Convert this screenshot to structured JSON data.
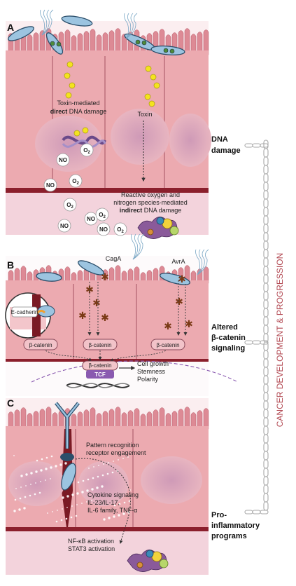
{
  "panels": {
    "a": {
      "letter": "A",
      "direct_line1": "Toxin-mediated",
      "direct_bold": "direct",
      "direct_rest": " DNA damage",
      "toxin": "Toxin",
      "indirect_line1": "Reactive oxygen and",
      "indirect_line2": "nitrogen species-mediated",
      "indirect_bold": "indirect",
      "indirect_rest": " DNA damage",
      "no": "NO",
      "o2": "O",
      "o2_sub": "2"
    },
    "b": {
      "letter": "B",
      "cagA": "CagA",
      "avrA": "AvrA",
      "ecadherin": "E-cadherin",
      "beta_catenin": "β-catenin",
      "tcf": "TCF",
      "outcome_1": "Cell growth",
      "outcome_2": "Stemness",
      "outcome_3": "Polarity"
    },
    "c": {
      "letter": "C",
      "prr_1": "Pattern recognition",
      "prr_2": "receptor engagement",
      "cyto_1": "Cytokine signaling",
      "cyto_2": "IL-23/IL-17,",
      "cyto_3": "IL-6 family, TNF-α",
      "nfkb": "NF-κB activation",
      "stat3": "STAT3 activation"
    }
  },
  "side_labels": {
    "dna_1": "DNA",
    "dna_2": "damage",
    "beta_1": "Altered",
    "beta_2": "β-catenin",
    "beta_3": "signaling",
    "pro_1": "Pro-",
    "pro_2": "inflammatory",
    "pro_3": "programs"
  },
  "vertical_label": "CANCER DEVELOPMENT & PROGRESSION",
  "colors": {
    "cell_pink": "#ecaab0",
    "villi_pink": "#dd8a95",
    "nucleus": "#d4a6be",
    "lumen": "#fbeef0",
    "basal": "#8b1f2c",
    "stroma": "#f3d3dc",
    "bacterium": "#9cc4e0",
    "toxin_yellow": "#f4e31f",
    "vertical_label_red": "#b24852"
  }
}
